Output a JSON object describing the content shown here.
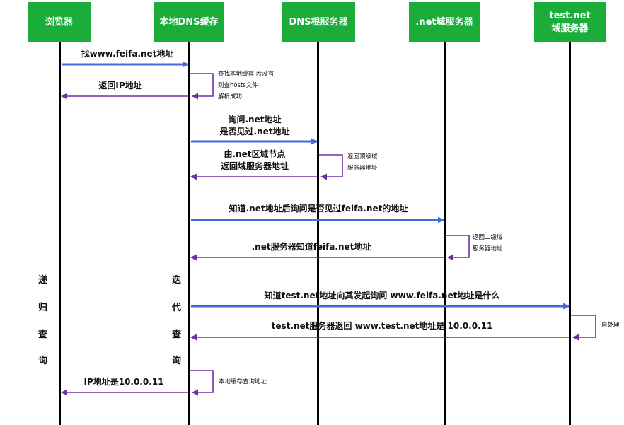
{
  "actors": [
    {
      "id": "browser",
      "label": "浏览器"
    },
    {
      "id": "local_dns",
      "label": "本地DNS缓存"
    },
    {
      "id": "root_dns",
      "label": "DNS根服务器"
    },
    {
      "id": "net_dns",
      "label": ".net域服务器"
    },
    {
      "id": "test_dns",
      "label": "test.net\n域服务器"
    }
  ],
  "messages": [
    {
      "from": "browser",
      "to": "local_dns",
      "kind": "request",
      "text": "找www.feifa.net地址"
    },
    {
      "from": "local_dns",
      "to": "local_dns",
      "kind": "self",
      "text": "查找本地缓存 若没有\n则查hosts文件\n解析成功"
    },
    {
      "from": "local_dns",
      "to": "browser",
      "kind": "response",
      "text": "返回IP地址"
    },
    {
      "from": "local_dns",
      "to": "root_dns",
      "kind": "request",
      "text": "询问.net地址\n是否见过.net地址"
    },
    {
      "from": "root_dns",
      "to": "root_dns",
      "kind": "self",
      "text": "返回顶级域\n服务器地址"
    },
    {
      "from": "root_dns",
      "to": "local_dns",
      "kind": "response",
      "text": "由.net区域节点\n返回域服务器地址"
    },
    {
      "from": "local_dns",
      "to": "net_dns",
      "kind": "request",
      "text": "知道.net地址后询问是否见过feifa.net的地址"
    },
    {
      "from": "net_dns",
      "to": "net_dns",
      "kind": "self",
      "text": "返回二级域\n服务器地址"
    },
    {
      "from": "net_dns",
      "to": "local_dns",
      "kind": "response",
      "text": ".net服务器知道feifa.net地址"
    },
    {
      "from": "local_dns",
      "to": "test_dns",
      "kind": "request",
      "text": "知道test.net地址向其发起询问 www.feifa.net地址是什么"
    },
    {
      "from": "test_dns",
      "to": "test_dns",
      "kind": "self",
      "text": "自处理"
    },
    {
      "from": "test_dns",
      "to": "local_dns",
      "kind": "response",
      "text": "test.net服务器返回 www.test.net地址是 10.0.0.11"
    },
    {
      "from": "local_dns",
      "to": "local_dns",
      "kind": "self",
      "text": "本地缓存查询地址"
    },
    {
      "from": "local_dns",
      "to": "browser",
      "kind": "response",
      "text": "IP地址是10.0.0.11"
    }
  ],
  "side_labels": {
    "recursive": [
      "递",
      "归",
      "查",
      "询"
    ],
    "iterative": [
      "迭",
      "代",
      "查",
      "询"
    ]
  },
  "colors": {
    "actor_fill": "#1aad3a",
    "request_arrow": "#4169e1",
    "response_arrow": "#7030a0",
    "lifeline": "#000000"
  }
}
